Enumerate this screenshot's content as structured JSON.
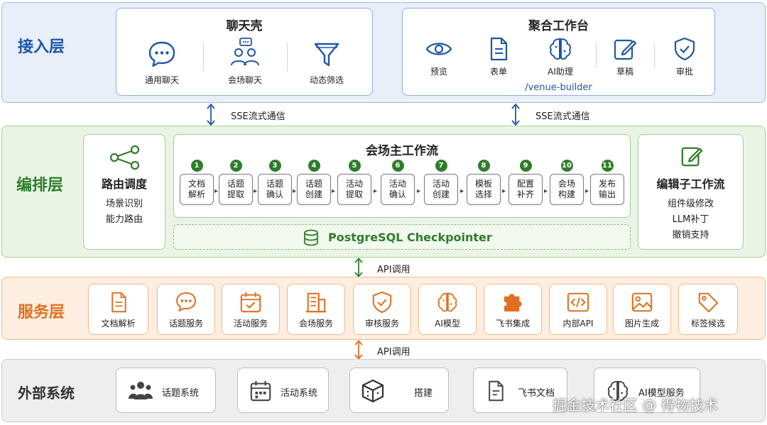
{
  "layers": {
    "access": "接入层",
    "orchestration": "编排层",
    "service": "服务层",
    "external": "外部系统"
  },
  "chat_shell": {
    "title": "聊天壳",
    "items": [
      {
        "label": "通用聊天",
        "icon": "chat-bubble-icon"
      },
      {
        "label": "会场聊天",
        "icon": "group-chat-icon"
      },
      {
        "label": "动态筛选",
        "icon": "filter-icon"
      }
    ]
  },
  "workbench": {
    "title": "聚合工作台",
    "items": [
      {
        "label": "预览",
        "icon": "eye-icon"
      },
      {
        "label": "表单",
        "icon": "document-icon"
      },
      {
        "label": "AI助理",
        "icon": "ai-brain-icon"
      },
      {
        "label": "草稿",
        "icon": "edit-icon"
      },
      {
        "label": "审批",
        "icon": "shield-check-icon"
      }
    ],
    "route": "/venue-builder"
  },
  "connectors": {
    "sse_left": "SSE流式通信",
    "sse_right": "SSE流式通信",
    "api_top": "API调用",
    "api_bottom": "API调用"
  },
  "router": {
    "title": "路由调度",
    "line1": "场景识别",
    "line2": "能力路由",
    "icon": "share-nodes-icon"
  },
  "main_workflow": {
    "title": "会场主工作流",
    "steps": [
      {
        "num": "1",
        "line1": "文档",
        "line2": "解析"
      },
      {
        "num": "2",
        "line1": "话题",
        "line2": "提取"
      },
      {
        "num": "3",
        "line1": "话题",
        "line2": "确认"
      },
      {
        "num": "4",
        "line1": "话题",
        "line2": "创建"
      },
      {
        "num": "5",
        "line1": "活动",
        "line2": "提取"
      },
      {
        "num": "6",
        "line1": "活动",
        "line2": "确认"
      },
      {
        "num": "7",
        "line1": "活动",
        "line2": "创建"
      },
      {
        "num": "8",
        "line1": "模板",
        "line2": "选择"
      },
      {
        "num": "9",
        "line1": "配置",
        "line2": "补齐"
      },
      {
        "num": "10",
        "line1": "会场",
        "line2": "构建"
      },
      {
        "num": "11",
        "line1": "发布",
        "line2": "输出"
      }
    ],
    "checkpointer": "PostgreSQL Checkpointer"
  },
  "editor": {
    "title": "编辑子工作流",
    "line1": "组件级修改",
    "line2": "LLM补丁",
    "line3": "撤销支持",
    "icon": "edit-icon"
  },
  "services": [
    {
      "label": "文档解析",
      "icon": "document-icon"
    },
    {
      "label": "话题服务",
      "icon": "chat-bubble-icon"
    },
    {
      "label": "活动服务",
      "icon": "calendar-check-icon"
    },
    {
      "label": "会场服务",
      "icon": "building-icon"
    },
    {
      "label": "审核服务",
      "icon": "shield-check-icon"
    },
    {
      "label": "AI模型",
      "icon": "ai-brain-icon"
    },
    {
      "label": "飞书集成",
      "icon": "puzzle-icon"
    },
    {
      "label": "内部API",
      "icon": "code-icon"
    },
    {
      "label": "图片生成",
      "icon": "image-icon"
    },
    {
      "label": "标签候选",
      "icon": "tag-icon"
    }
  ],
  "external": [
    {
      "label": "话题系统",
      "icon": "people-group-icon"
    },
    {
      "label": "活动系统",
      "icon": "calendar-icon"
    },
    {
      "label": "搭建",
      "icon": "cube-icon"
    },
    {
      "label": "飞书文档",
      "icon": "document-icon"
    },
    {
      "label": "AI模型服务",
      "icon": "ai-brain-icon"
    }
  ],
  "watermark": "掘金技术社区 @ 得物技术",
  "colors": {
    "access_accent": "#1e56a8",
    "orchestration_accent": "#2f7d2c",
    "service_accent": "#e0701f",
    "external_accent": "#333333"
  }
}
